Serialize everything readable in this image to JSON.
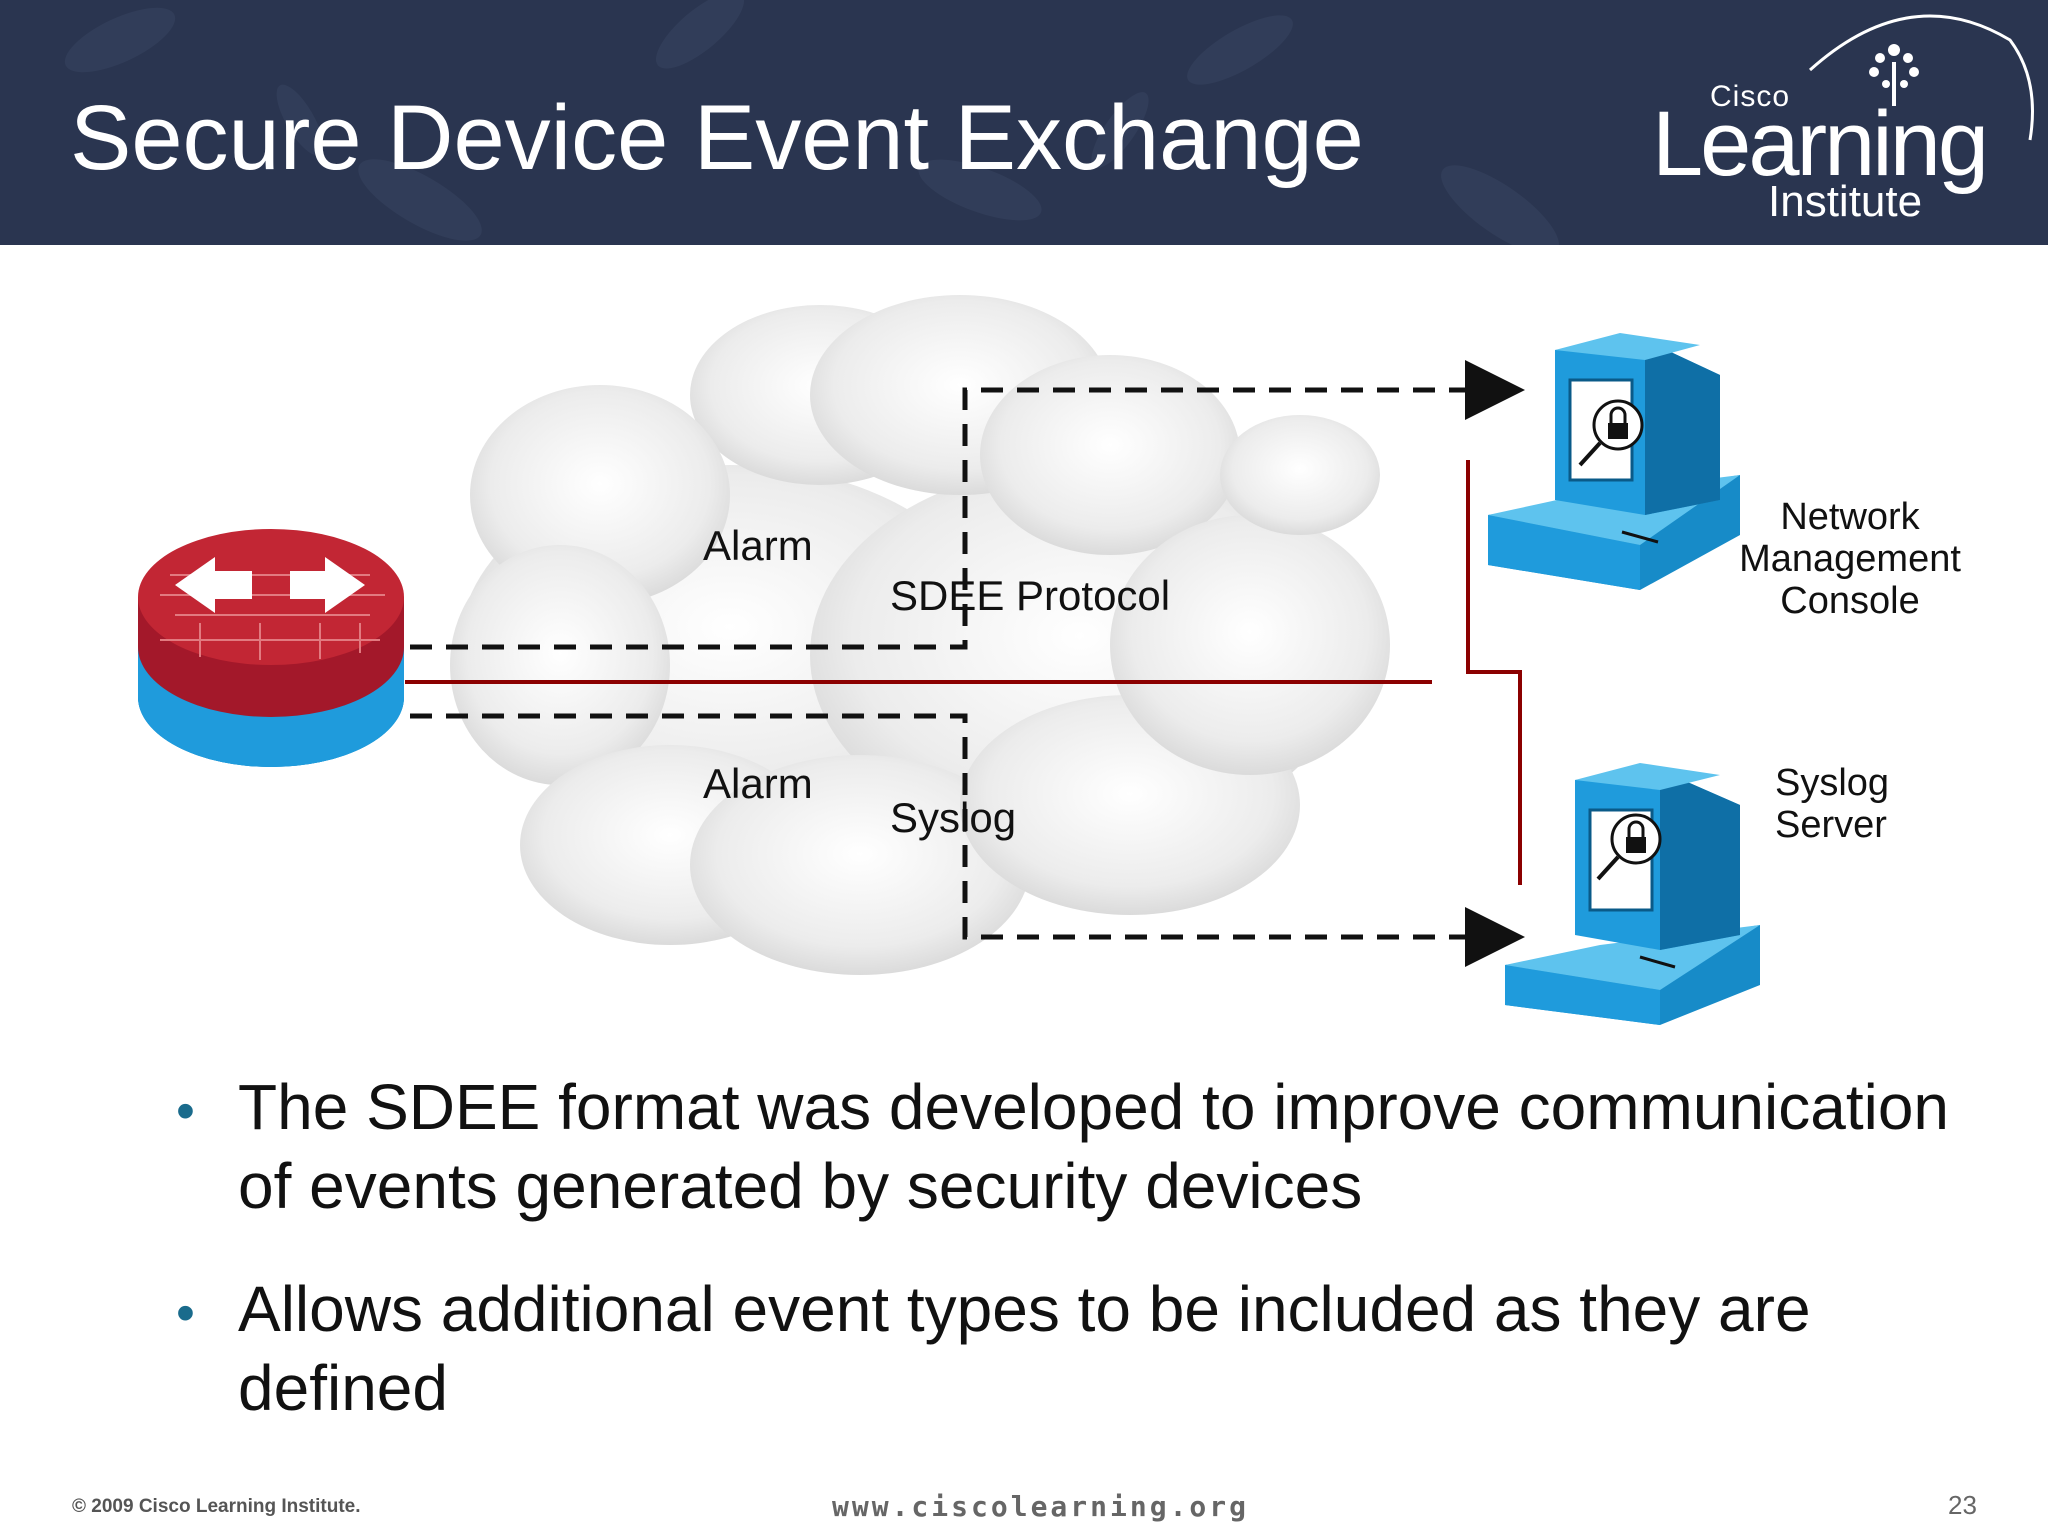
{
  "slide": {
    "title": "Secure Device Event Exchange",
    "logo": {
      "brand_small": "Cisco",
      "brand_main": "Learning",
      "brand_sub": "Institute"
    }
  },
  "diagram": {
    "labels": {
      "alarm_top": "Alarm",
      "sdee_protocol": "SDEE Protocol",
      "alarm_bottom": "Alarm",
      "syslog": "Syslog"
    },
    "nodes": {
      "router": {
        "icon": "ips-router-icon"
      },
      "management_console": {
        "label": "Network Management Console",
        "icon": "workstation-icon"
      },
      "syslog_server": {
        "label": "Syslog Server",
        "icon": "workstation-icon"
      }
    },
    "colors": {
      "connection": "#8b0000",
      "cloud": "#e8e8e8",
      "device_blue": "#1f9bdc",
      "router_red": "#b41e2a"
    }
  },
  "bullets": [
    "The SDEE format was developed to improve communication of events generated by security devices",
    "Allows additional event types to be included as they are defined"
  ],
  "footer": {
    "copyright": "© 2009 Cisco Learning Institute.",
    "url": "www.ciscolearning.org",
    "page_number": "23"
  }
}
